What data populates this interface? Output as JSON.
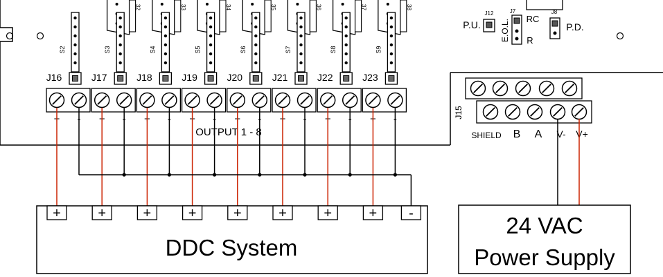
{
  "connectors": [
    "J16",
    "J17",
    "J18",
    "J19",
    "J20",
    "J21",
    "J22",
    "J23"
  ],
  "switches": [
    "S2",
    "S3",
    "S4",
    "S5",
    "S6",
    "S7",
    "S8",
    "S9"
  ],
  "upper_labels": [
    "32",
    "33",
    "34",
    "35",
    "36",
    "37",
    "38"
  ],
  "output_label": "OUTPUT 1 - 8",
  "polarity": {
    "plus": "+",
    "minus": "-"
  },
  "ddc": {
    "label": "DDC System",
    "terminals": [
      "+",
      "+",
      "+",
      "+",
      "+",
      "+",
      "+",
      "+",
      "-"
    ]
  },
  "power_supply": {
    "line1": "24 VAC",
    "line2": "Power Supply"
  },
  "j15": {
    "label": "J15",
    "terminals": [
      "SHIELD",
      "B",
      "A",
      "V-",
      "V+"
    ]
  },
  "jumpers": {
    "j12": {
      "id": "J12",
      "label": "P.U."
    },
    "j7": {
      "id": "J7",
      "label": "E.O.L.",
      "top": "RC",
      "bottom": "R"
    },
    "j8": {
      "id": "J8",
      "label": "P.D."
    }
  },
  "colors": {
    "signal_wire": "#cc2200",
    "common_wire": "#000000"
  }
}
